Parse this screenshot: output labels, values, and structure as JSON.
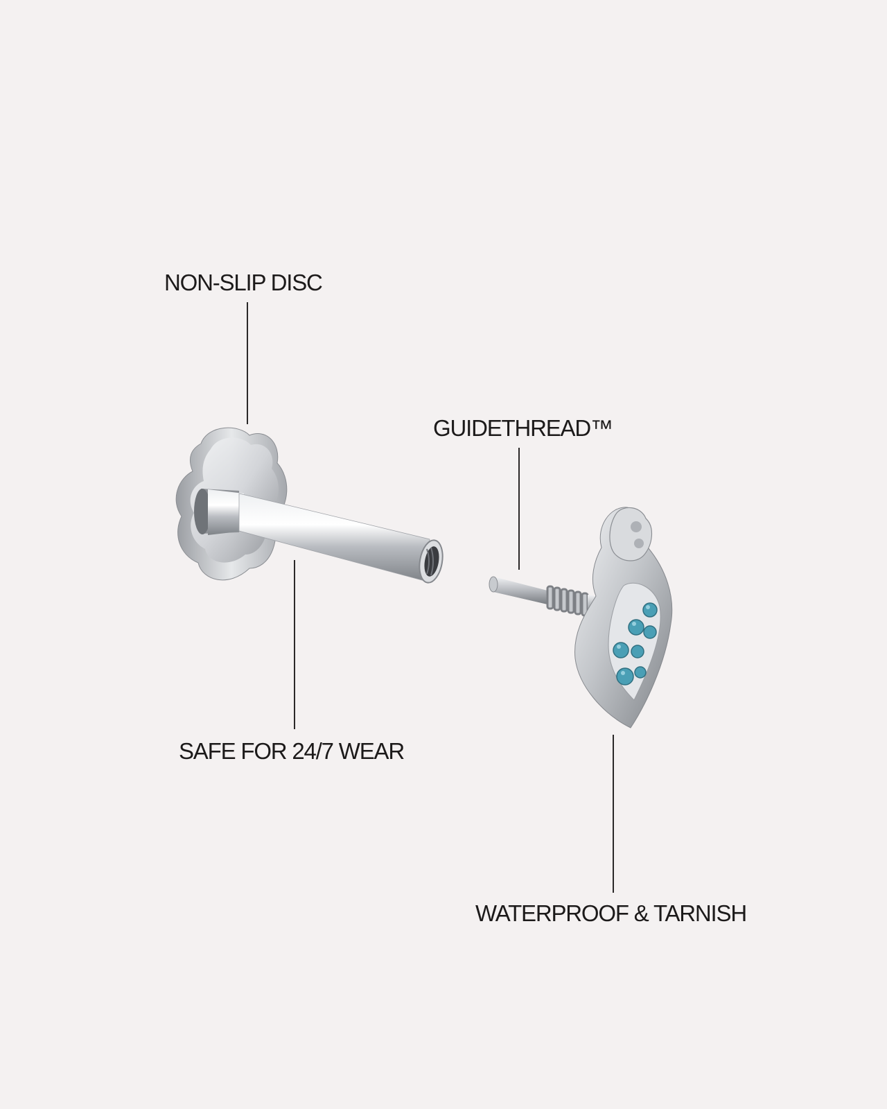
{
  "callouts": {
    "non_slip_disc": "NON-SLIP DISC",
    "guidethread": "GUIDETHREAD™",
    "safe_wear": "SAFE FOR 24/7 WEAR",
    "waterproof": "WATERPROOF & TARNISH"
  },
  "colors": {
    "background": "#f4f1f1",
    "text": "#1c1a1a",
    "metal": "#c9cbcf",
    "gem": "#4a9fb5"
  },
  "icons": {
    "flat_back_post": "labret-post-illustration",
    "heart_top": "heart-stud-top-illustration"
  }
}
